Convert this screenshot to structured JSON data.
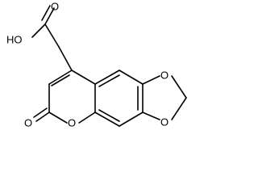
{
  "diagram": {
    "type": "chemical-structure",
    "labels": {
      "hydroxyl": "HO",
      "carbonyl_acid_oxygen": "O",
      "lactone_carbonyl_oxygen": "O",
      "ring_oxygen": "O",
      "dioxole_oxygen_top": "O",
      "dioxole_oxygen_bottom": "O"
    }
  }
}
